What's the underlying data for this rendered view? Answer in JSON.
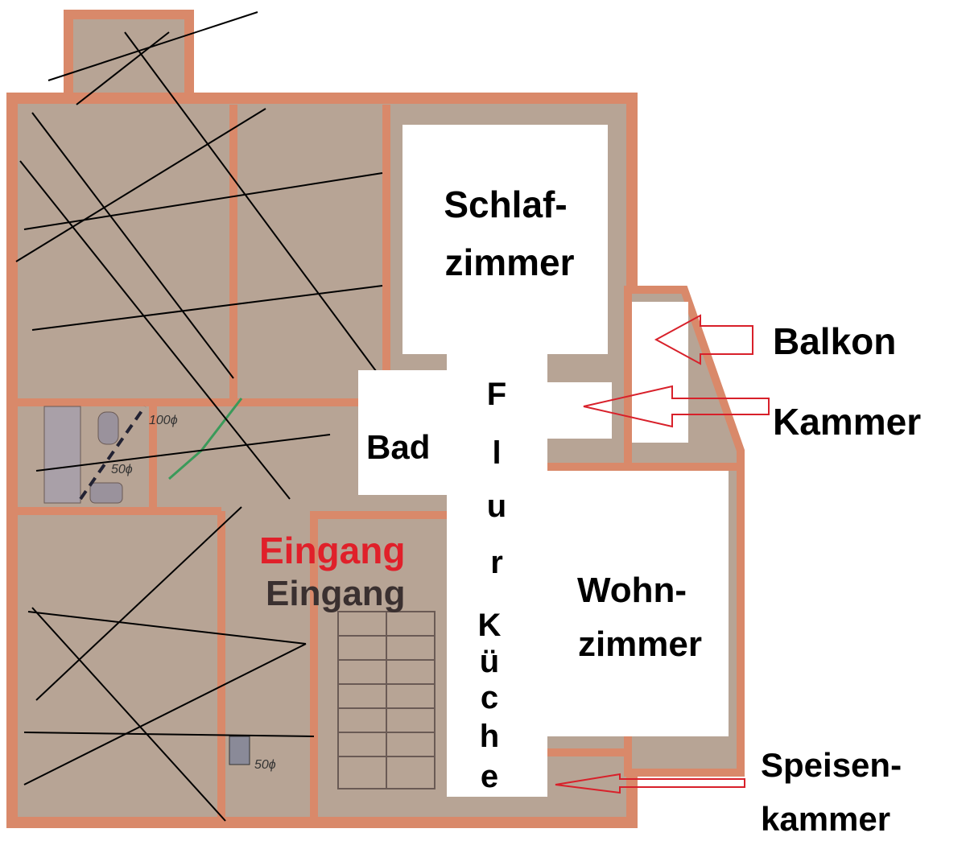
{
  "rooms": {
    "schlafzimmer": [
      "Schlaf-",
      "zimmer"
    ],
    "balkon": "Balkon",
    "kammer": "Kammer",
    "bad": "Bad",
    "flur": [
      "F",
      "l",
      "u",
      "r"
    ],
    "eingang": "Eingang",
    "eingang_original": "Eingang",
    "kueche": [
      "K",
      "ü",
      "c",
      "h",
      "e"
    ],
    "wohnzimmer": [
      "Wohn-",
      "zimmer"
    ],
    "speisenkammer": [
      "Speisen-",
      "kammer"
    ]
  },
  "annotations": {
    "pipe_100": "100ϕ",
    "pipe_50_bath": "50ϕ",
    "pipe_50_kitchen": "50ϕ"
  },
  "colors": {
    "floor": "#b7a495",
    "wall": "#d9896a",
    "highlight": "#ffffff",
    "arrow": "#d8202a",
    "eingang_red": "#e0202a"
  }
}
